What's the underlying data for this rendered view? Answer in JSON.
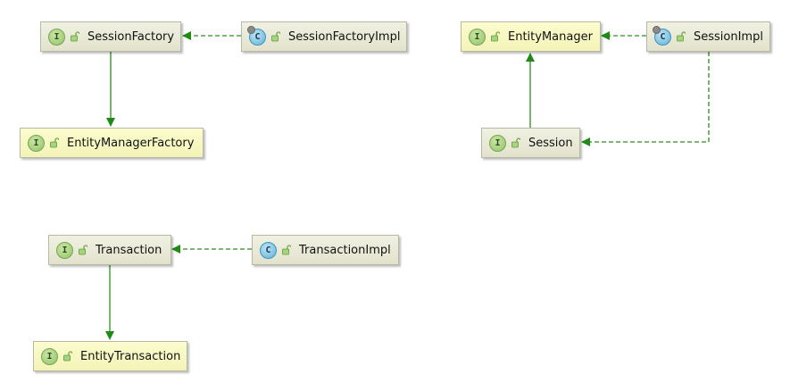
{
  "colors": {
    "edge": "#2e8b1f",
    "arrow": "#1f8a14",
    "interface_badge": "#93c46a",
    "class_badge": "#5fb3d8",
    "highlight_fill": "#fcfccf"
  },
  "icons": {
    "interface": "interface-icon",
    "class": "class-icon",
    "visibility": "open-lock-icon",
    "pin": "pin-icon"
  },
  "nodes": [
    {
      "id": "SessionFactory",
      "label": "SessionFactory",
      "kind": "interface",
      "badge": "I"
    },
    {
      "id": "SessionFactoryImpl",
      "label": "SessionFactoryImpl",
      "kind": "class",
      "badge": "C",
      "pinned": true
    },
    {
      "id": "EntityManagerFactory",
      "label": "EntityManagerFactory",
      "kind": "interface",
      "badge": "I"
    },
    {
      "id": "EntityManager",
      "label": "EntityManager",
      "kind": "interface",
      "badge": "I"
    },
    {
      "id": "SessionImpl",
      "label": "SessionImpl",
      "kind": "class",
      "badge": "C",
      "pinned": true
    },
    {
      "id": "Session",
      "label": "Session",
      "kind": "interface",
      "badge": "I"
    },
    {
      "id": "Transaction",
      "label": "Transaction",
      "kind": "interface",
      "badge": "I"
    },
    {
      "id": "TransactionImpl",
      "label": "TransactionImpl",
      "kind": "class",
      "badge": "C"
    },
    {
      "id": "EntityTransaction",
      "label": "EntityTransaction",
      "kind": "interface",
      "badge": "I"
    }
  ],
  "edges": [
    {
      "from": "SessionFactoryImpl",
      "to": "SessionFactory",
      "style": "implements"
    },
    {
      "from": "SessionFactory",
      "to": "EntityManagerFactory",
      "style": "extends"
    },
    {
      "from": "SessionImpl",
      "to": "EntityManager",
      "style": "implements"
    },
    {
      "from": "SessionImpl",
      "to": "Session",
      "style": "implements"
    },
    {
      "from": "Session",
      "to": "EntityManager",
      "style": "extends"
    },
    {
      "from": "TransactionImpl",
      "to": "Transaction",
      "style": "implements"
    },
    {
      "from": "Transaction",
      "to": "EntityTransaction",
      "style": "extends"
    }
  ]
}
